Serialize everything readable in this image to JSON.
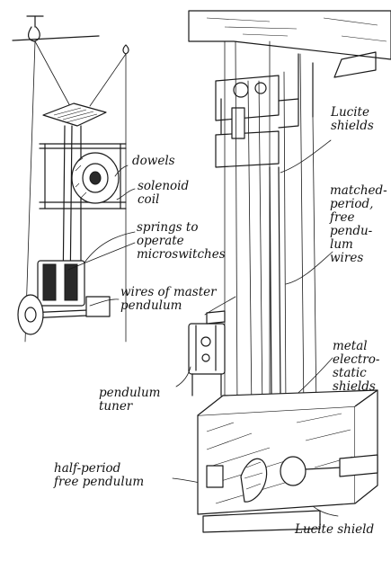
{
  "labels": {
    "dowels": "dowels",
    "solenoid_coil": "solenoid\ncoil",
    "springs": "springs to\noperate\nmicroswitches",
    "wires_master": "wires of master\npendulum",
    "pendulum_tuner": "pendulum\ntuner",
    "half_period": "half-period\nfree pendulum",
    "lucite_shields": "Lucite\nshields",
    "matched_period": "matched-\nperiod,\nfree\npendu-\nlum\nwires",
    "metal_shields": "metal\nelectro-\nstatic\nshields",
    "lucite_shield": "Lucite shield"
  }
}
